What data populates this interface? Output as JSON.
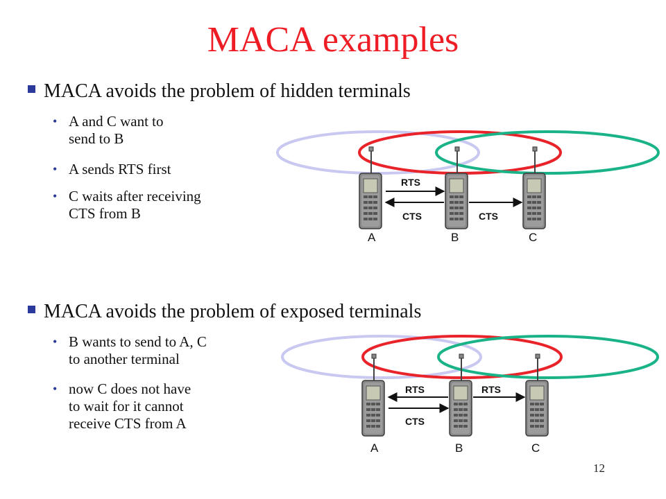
{
  "title": "MACA examples",
  "page_number": "12",
  "colors": {
    "title": "#ee1c25",
    "bullet": "#2b3a9a",
    "range_a": "#c8c8f0",
    "range_b": "#e8232a",
    "range_c": "#1ab388"
  },
  "hidden": {
    "heading": "MACA avoids the problem of hidden terminals",
    "points": [
      {
        "lines": [
          "A and C want to",
          "send to B"
        ]
      },
      {
        "lines": [
          "A sends RTS first"
        ]
      },
      {
        "lines": [
          "C waits after receiving",
          "CTS from B"
        ]
      }
    ],
    "diagram": {
      "labels": {
        "rts": "RTS",
        "cts_left": "CTS",
        "cts_right": "CTS"
      },
      "nodes": [
        "A",
        "B",
        "C"
      ]
    }
  },
  "exposed": {
    "heading": "MACA avoids the problem of exposed terminals",
    "points": [
      {
        "lines": [
          "B wants to send to A, C",
          "to another terminal"
        ]
      },
      {
        "lines": [
          "now C does not have",
          "to wait for it cannot",
          "receive CTS from A"
        ]
      }
    ],
    "diagram": {
      "labels": {
        "rts_left": "RTS",
        "rts_right": "RTS",
        "cts": "CTS"
      },
      "nodes": [
        "A",
        "B",
        "C"
      ]
    }
  }
}
